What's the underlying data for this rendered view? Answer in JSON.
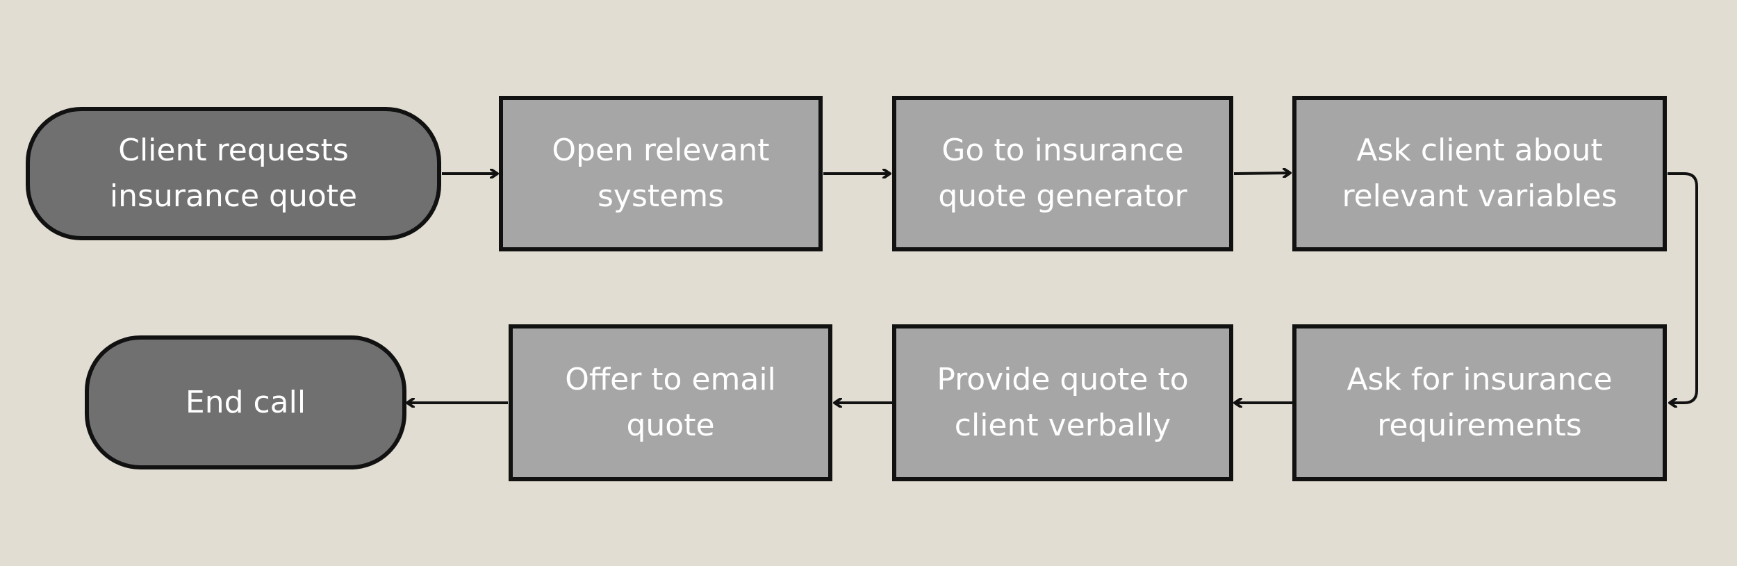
{
  "colors": {
    "background": "#e1ddd2",
    "terminal_fill": "#707070",
    "process_fill": "#a6a6a6",
    "stroke": "#111111",
    "label": "#ffffff"
  },
  "nodes": {
    "start": {
      "shape": "terminal",
      "label": "Client requests insurance quote"
    },
    "open_systems": {
      "shape": "process",
      "label": "Open relevant systems"
    },
    "quote_generator": {
      "shape": "process",
      "label": "Go to insurance quote generator"
    },
    "ask_variables": {
      "shape": "process",
      "label": "Ask client about relevant variables"
    },
    "ask_requirements": {
      "shape": "process",
      "label": "Ask for insurance requirements"
    },
    "provide_quote": {
      "shape": "process",
      "label": "Provide quote to client verbally"
    },
    "offer_email": {
      "shape": "process",
      "label": "Offer to email quote"
    },
    "end": {
      "shape": "terminal",
      "label": "End call"
    }
  },
  "edges": [
    {
      "from": "start",
      "to": "open_systems"
    },
    {
      "from": "open_systems",
      "to": "quote_generator"
    },
    {
      "from": "quote_generator",
      "to": "ask_variables"
    },
    {
      "from": "ask_variables",
      "to": "ask_requirements"
    },
    {
      "from": "ask_requirements",
      "to": "provide_quote"
    },
    {
      "from": "provide_quote",
      "to": "offer_email"
    },
    {
      "from": "offer_email",
      "to": "end"
    }
  ]
}
